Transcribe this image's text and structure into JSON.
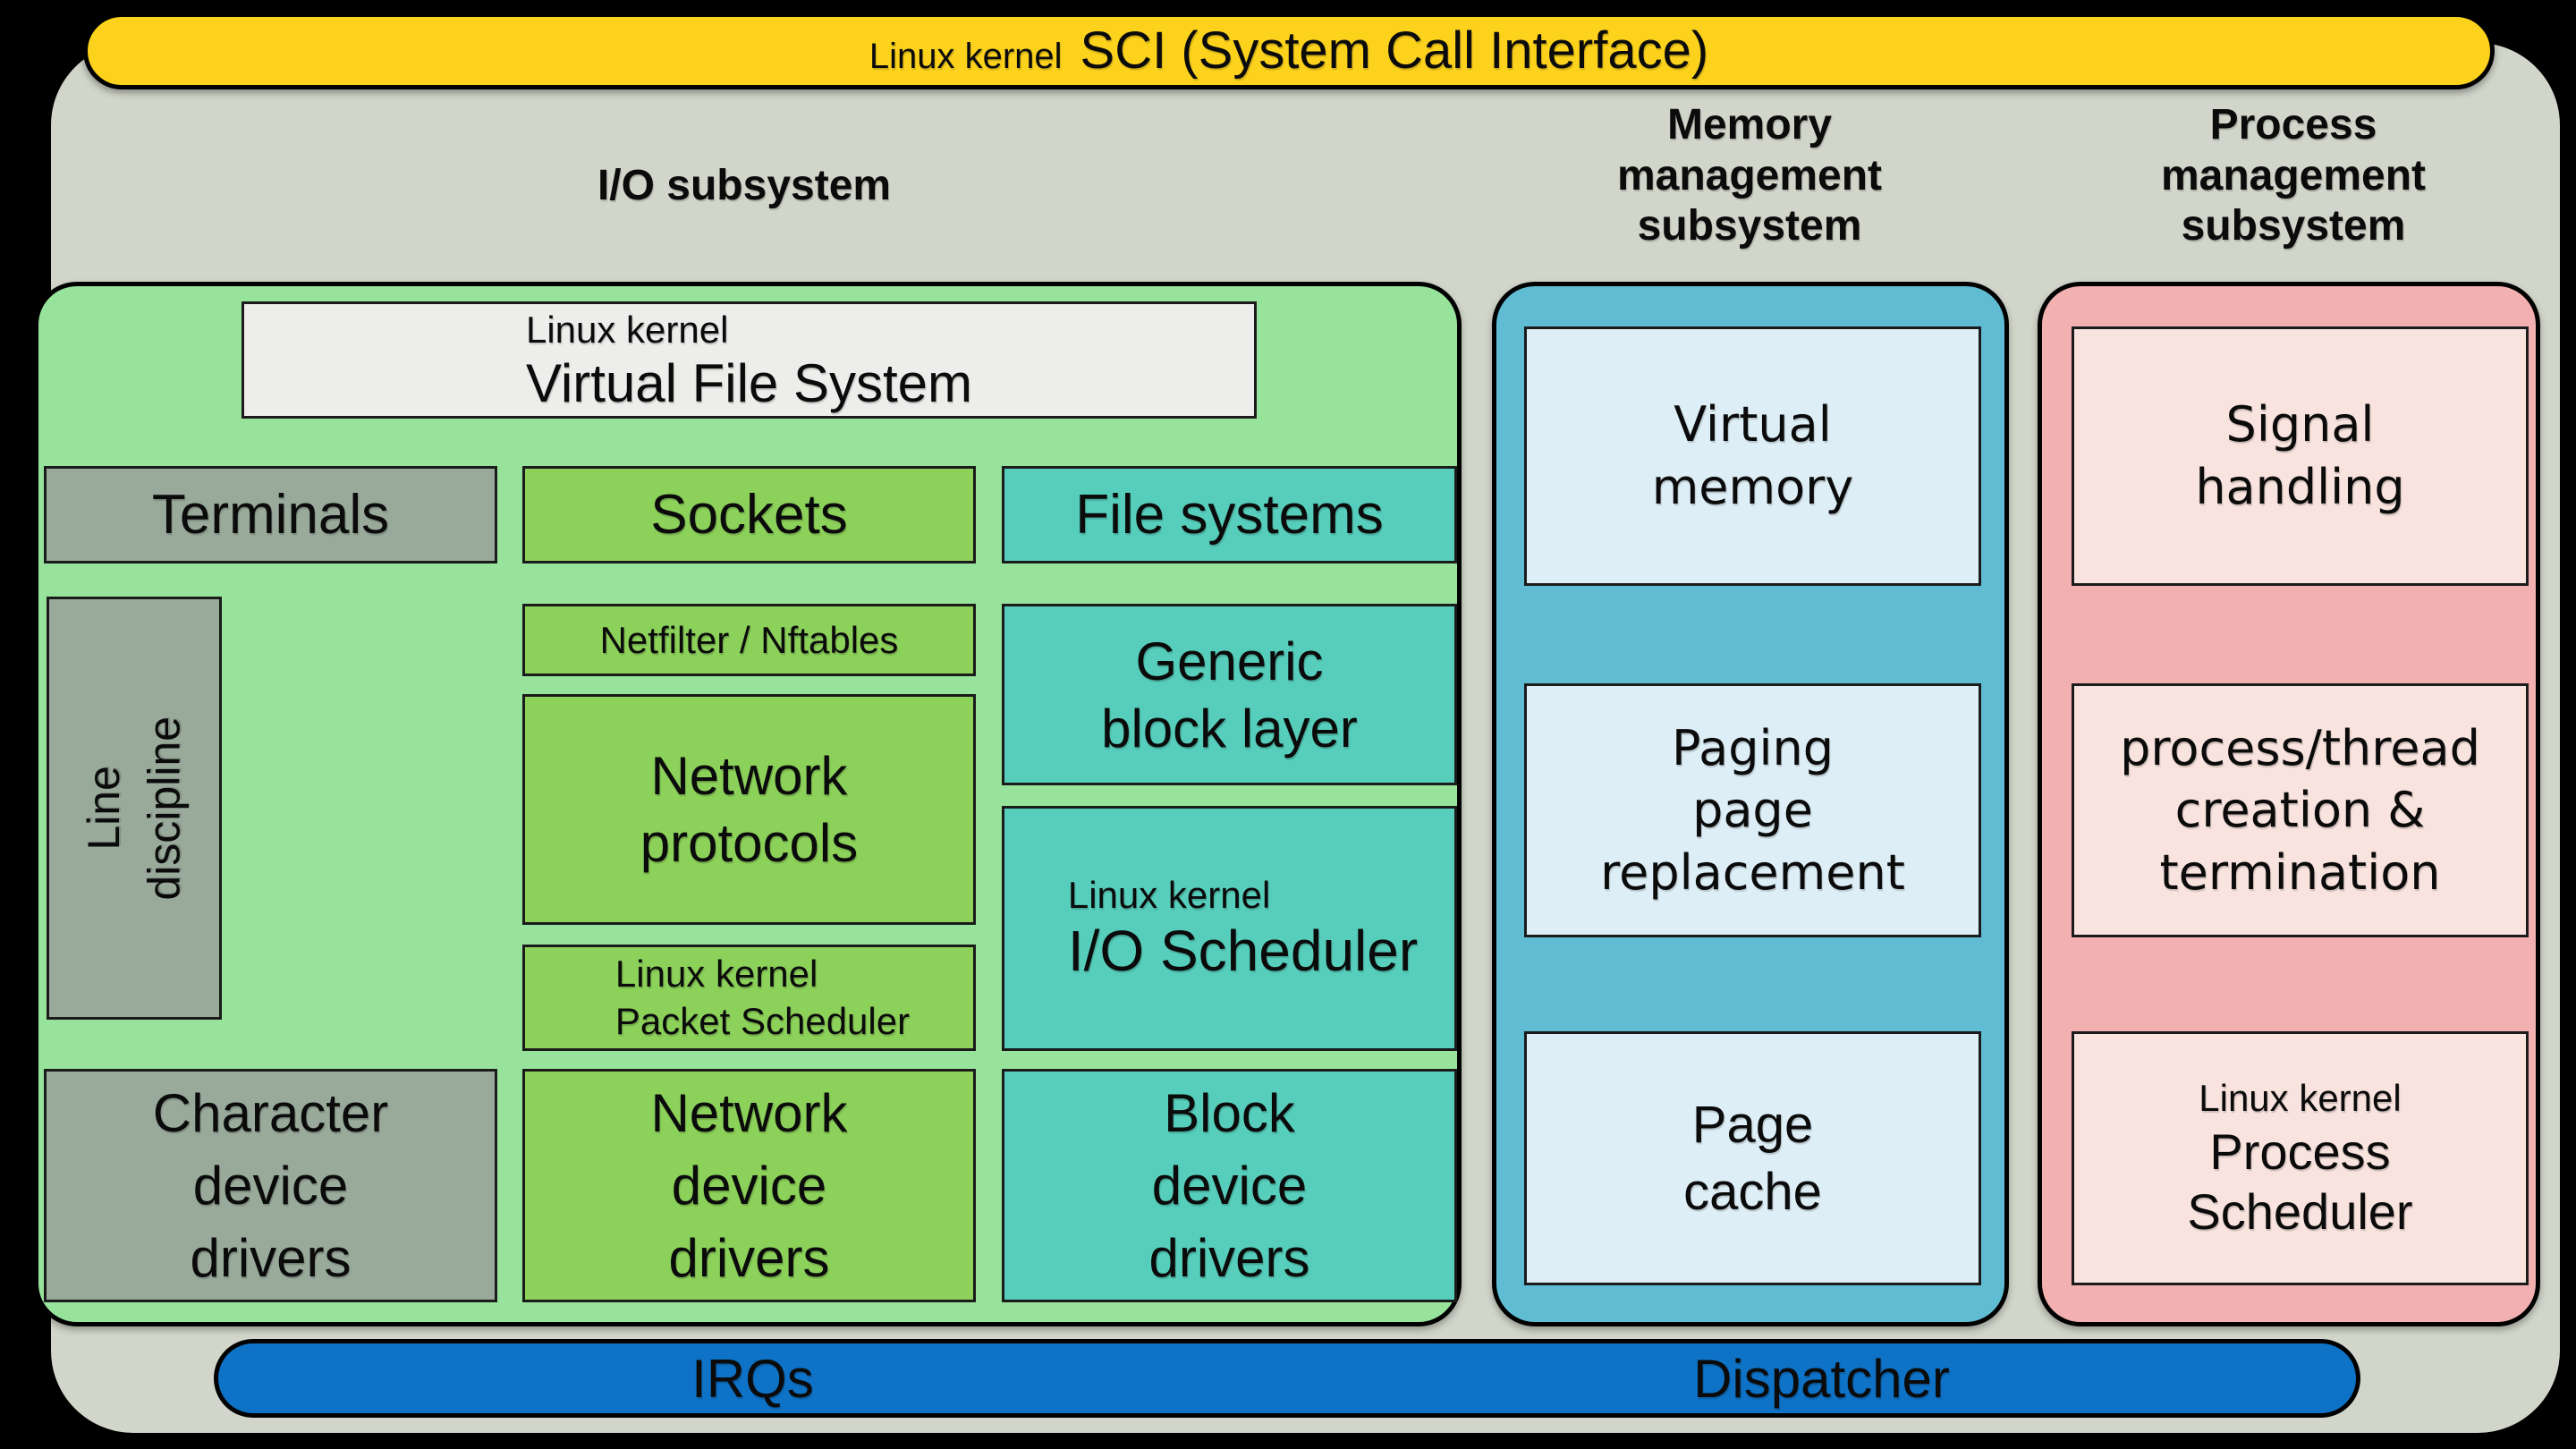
{
  "colors": {
    "yellow": "#fcd21c",
    "canvas": "#d2d6ca",
    "green_container": "#98e39c",
    "green_box": "#8cd15a",
    "teal_box": "#56cebb",
    "gray_box": "#99aa9b",
    "vfs_box": "#ededeb",
    "mem_container": "#5fbcd3",
    "mem_box": "#ddeef6",
    "proc_container": "#f2b0b0",
    "proc_box": "#f8e3de",
    "blue_bar": "#0e72c6"
  },
  "sci_banner": {
    "prefix": "Linux kernel",
    "title": "SCI (System Call Interface)"
  },
  "column_headers": {
    "io": "I/O subsystem",
    "memory": "Memory\nmanagement\nsubsystem",
    "process": "Process\nmanagement\nsubsystem"
  },
  "io_subsystem": {
    "vfs": {
      "prefix": "Linux kernel",
      "title": "Virtual File System"
    },
    "terminals": "Terminals",
    "sockets": "Sockets",
    "file_systems": "File systems",
    "line_discipline": "Line\ndiscipline",
    "netfilter": "Netfilter / Nftables",
    "network_protocols": "Network\nprotocols",
    "packet_scheduler": {
      "prefix": "Linux kernel",
      "title": "Packet Scheduler"
    },
    "generic_block_layer": "Generic\nblock layer",
    "io_scheduler": {
      "prefix": "Linux kernel",
      "title": "I/O Scheduler"
    },
    "character_device_drivers": "Character\ndevice\ndrivers",
    "network_device_drivers": "Network\ndevice\ndrivers",
    "block_device_drivers": "Block\ndevice\ndrivers"
  },
  "memory_subsystem": {
    "virtual_memory": "Virtual\nmemory",
    "paging": "Paging\npage\nreplacement",
    "page_cache": "Page\ncache"
  },
  "process_subsystem": {
    "signal_handling": "Signal\nhandling",
    "process_thread": "process/thread\ncreation &\ntermination",
    "process_scheduler": {
      "prefix": "Linux kernel",
      "title": "Process\nScheduler"
    }
  },
  "bottom_bar": {
    "irqs": "IRQs",
    "dispatcher": "Dispatcher"
  }
}
